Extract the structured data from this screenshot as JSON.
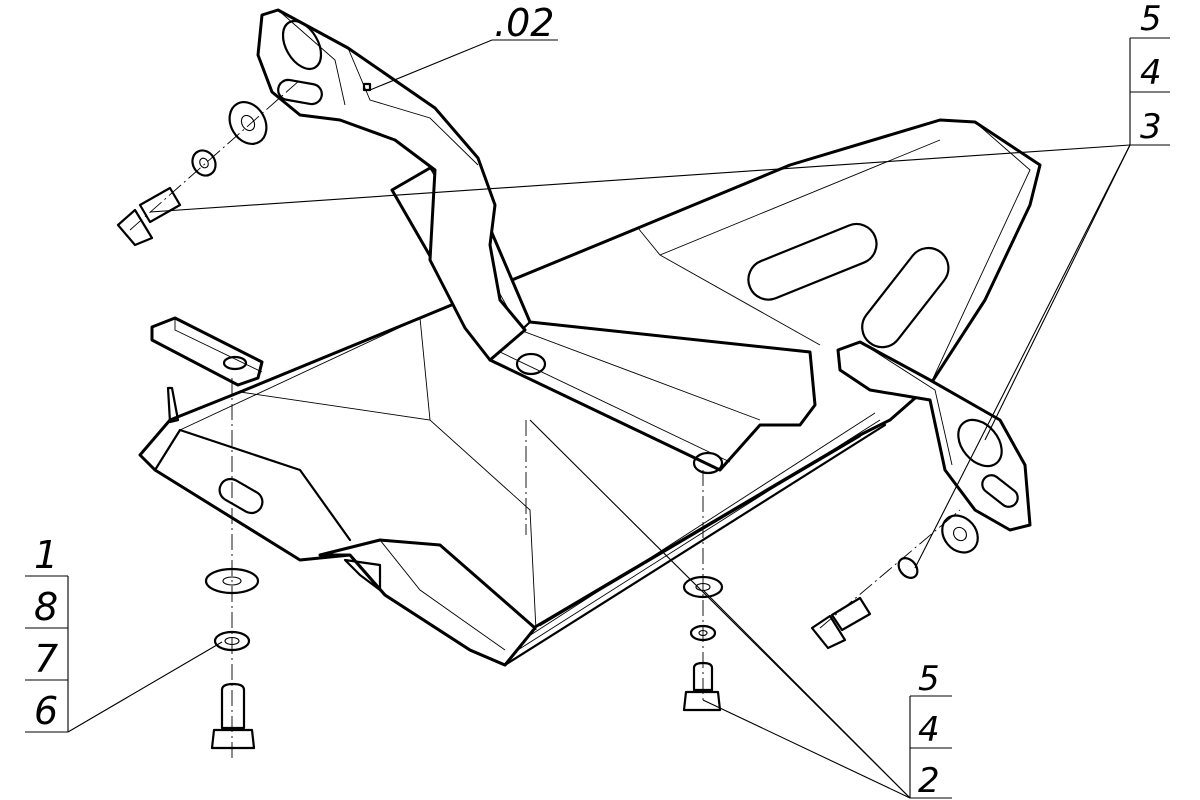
{
  "callouts": {
    "top_part": ".02",
    "top_right": [
      "5",
      "4",
      "3"
    ],
    "bottom_left": [
      "1",
      "8",
      "7",
      "6"
    ],
    "bottom_right": [
      "5",
      "4",
      "2"
    ]
  }
}
